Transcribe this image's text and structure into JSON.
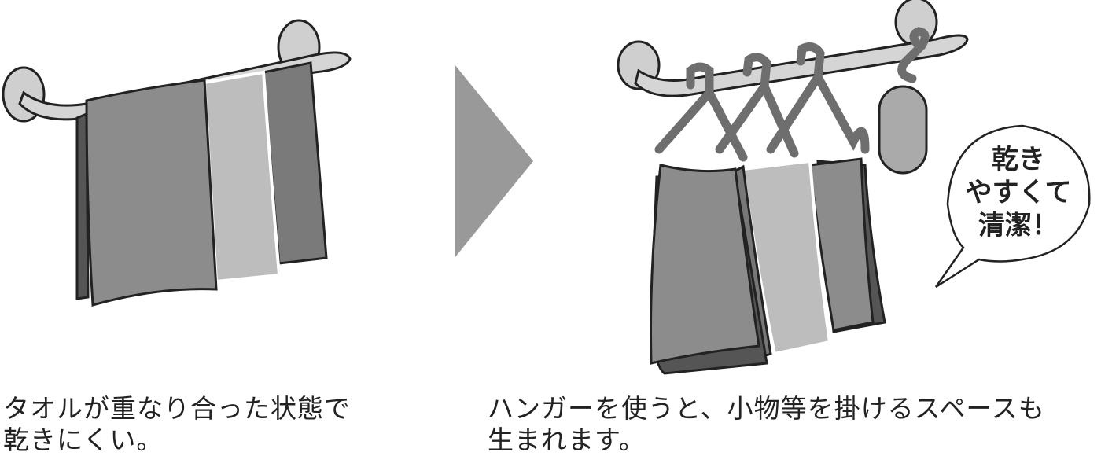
{
  "left_panel": {
    "caption_line1": "タオルが重なり合った状態で",
    "caption_line2": "乾きにくい。"
  },
  "right_panel": {
    "caption_line1": "ハンガーを使うと、小物等を掛けるスペースも",
    "caption_line2": "生まれます。",
    "bubble": {
      "line1": "乾き",
      "line2": "やすくて",
      "line3": "清潔！"
    }
  },
  "colors": {
    "dark": "#5a5a5a",
    "mid": "#8c8c8c",
    "light": "#bdbdbd",
    "rod": "#cfcfcf",
    "hanger": "#6e6e6e",
    "arrow": "#999999"
  }
}
